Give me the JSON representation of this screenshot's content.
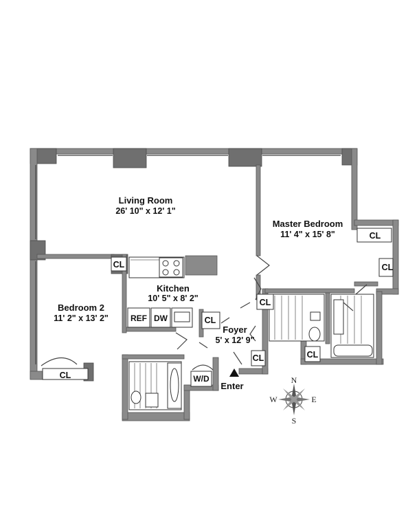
{
  "rooms": {
    "living_room": {
      "name": "Living Room",
      "dims": "26' 10\" x 12' 1\""
    },
    "master_bedroom": {
      "name": "Master Bedroom",
      "dims": "11' 4\" x 15' 8\""
    },
    "kitchen": {
      "name": "Kitchen",
      "dims": "10' 5\" x 8' 2\""
    },
    "bedroom_2": {
      "name": "Bedroom 2",
      "dims": "11' 2\" x 13' 2\""
    },
    "foyer": {
      "name": "Foyer",
      "dims": "5' x 12' 9\""
    }
  },
  "closet_label": "CL",
  "appliances": {
    "refrigerator": "REF",
    "dishwasher": "DW",
    "washer_dryer": "W/D"
  },
  "entry_label": "Enter",
  "compass": {
    "north": "N",
    "south": "S",
    "east": "E",
    "west": "W"
  }
}
